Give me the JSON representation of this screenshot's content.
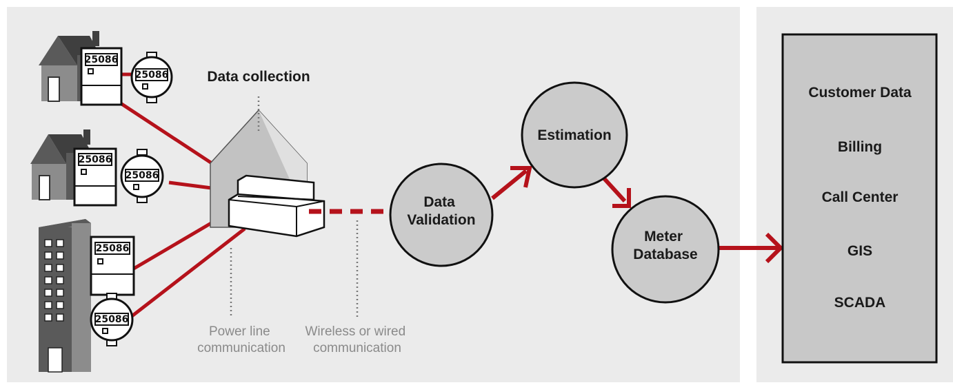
{
  "data_collection_label": "Data collection",
  "meter_reading": "25086",
  "power_line_label": [
    "Power line",
    "communication"
  ],
  "wireless_label": [
    "Wireless or wired",
    "communication"
  ],
  "nodes": {
    "validation": [
      "Data",
      "Validation"
    ],
    "estimation": [
      "Estimation"
    ],
    "meter_db": [
      "Meter",
      "Database"
    ]
  },
  "systems": [
    "Customer Data",
    "Billing",
    "Call Center",
    "GIS",
    "SCADA"
  ],
  "colors": {
    "panel_bg": "#ebebeb",
    "box_bg": "#c8c8c8",
    "node_fill": "#cbcbcb",
    "link_red": "#b5121b",
    "house_dark": "#4d4d4d",
    "house_mid": "#8c8c8c"
  }
}
